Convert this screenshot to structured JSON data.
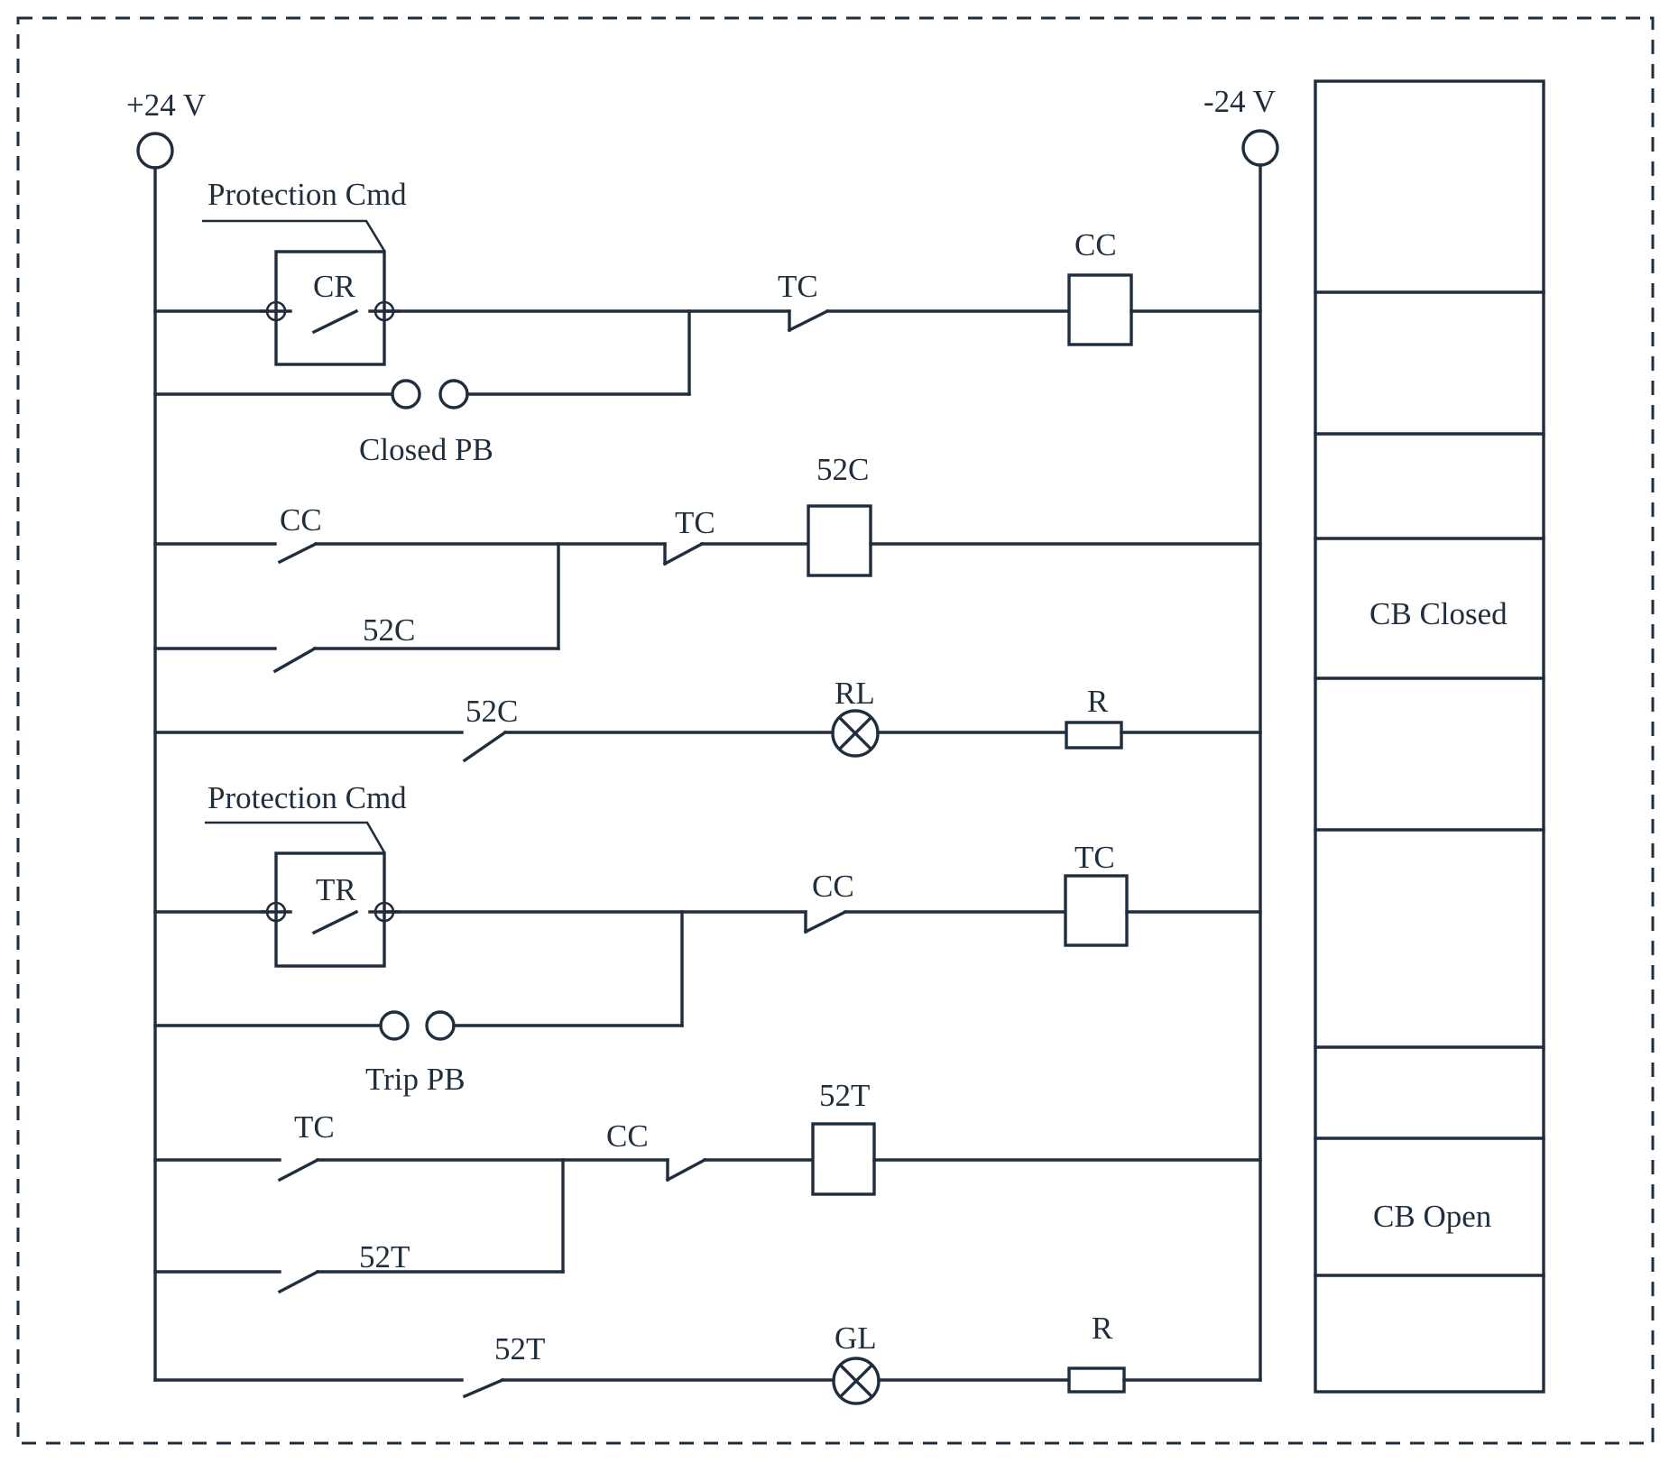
{
  "colors": {
    "line": "#1f2d3d",
    "background": "#ffffff"
  },
  "labels": {
    "supply_positive": "+24 V",
    "supply_negative": "-24 V",
    "rung1": {
      "protection_cmd": "Protection Cmd",
      "relay_contact": "CR",
      "pushbutton": "Closed PB",
      "nc_contact": "TC",
      "coil": "CC"
    },
    "rung2": {
      "no_contact": "CC",
      "seal_contact": "52C",
      "nc_contact": "TC",
      "coil": "52C"
    },
    "rung3": {
      "contact": "52C",
      "lamp": "RL",
      "resistor": "R"
    },
    "rung4": {
      "protection_cmd": "Protection Cmd",
      "relay_contact": "TR",
      "pushbutton": "Trip PB",
      "nc_contact": "CC",
      "coil": "TC"
    },
    "rung5": {
      "no_contact": "TC",
      "seal_contact": "52T",
      "nc_contact": "CC",
      "coil": "52T"
    },
    "rung6": {
      "contact": "52T",
      "lamp": "GL",
      "resistor": "R"
    },
    "status_panel": {
      "closed": "CB Closed",
      "open": "CB Open"
    }
  }
}
